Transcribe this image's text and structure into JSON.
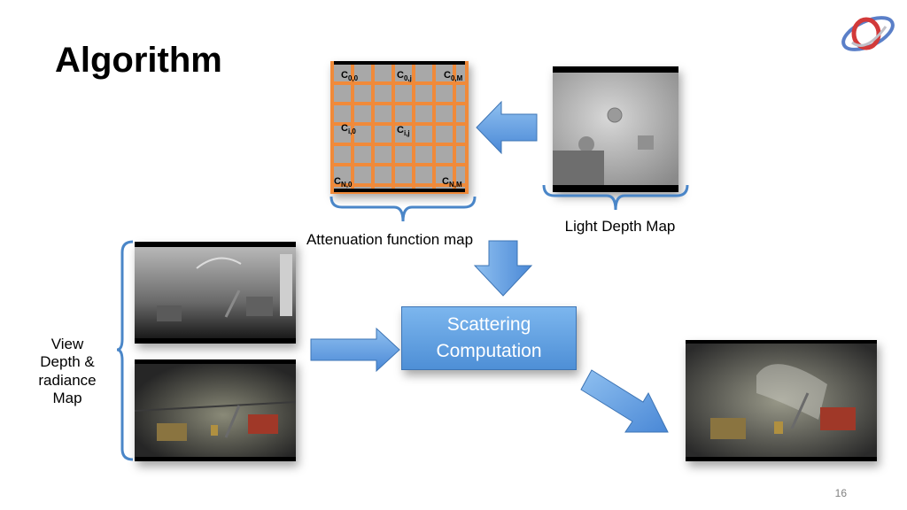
{
  "slide": {
    "title": "Algorithm",
    "page_number": "16"
  },
  "grid": {
    "cells": {
      "c00": {
        "base": "C",
        "sub": "0,0"
      },
      "c0j": {
        "base": "C",
        "sub": "0,j"
      },
      "c0m": {
        "base": "C",
        "sub": "0,M"
      },
      "ci0": {
        "base": "C",
        "sub": "i,0"
      },
      "cij": {
        "base": "C",
        "sub": "i,j"
      },
      "cn0": {
        "base": "C",
        "sub": "N,0"
      },
      "cnm": {
        "base": "C",
        "sub": "N,M"
      }
    },
    "label": "Attenuation function map"
  },
  "light_map": {
    "label": "Light Depth Map"
  },
  "view_map": {
    "label_lines": [
      "View",
      "Depth &",
      "radiance",
      "Map"
    ]
  },
  "computation": {
    "label_lines": [
      "Scattering",
      "Computation"
    ]
  },
  "colors": {
    "grid_lines": "#f08a3a",
    "arrow_blue": "#5a9be0",
    "bracket_blue": "#4a86c8",
    "box_blue": "#5a9be0"
  }
}
